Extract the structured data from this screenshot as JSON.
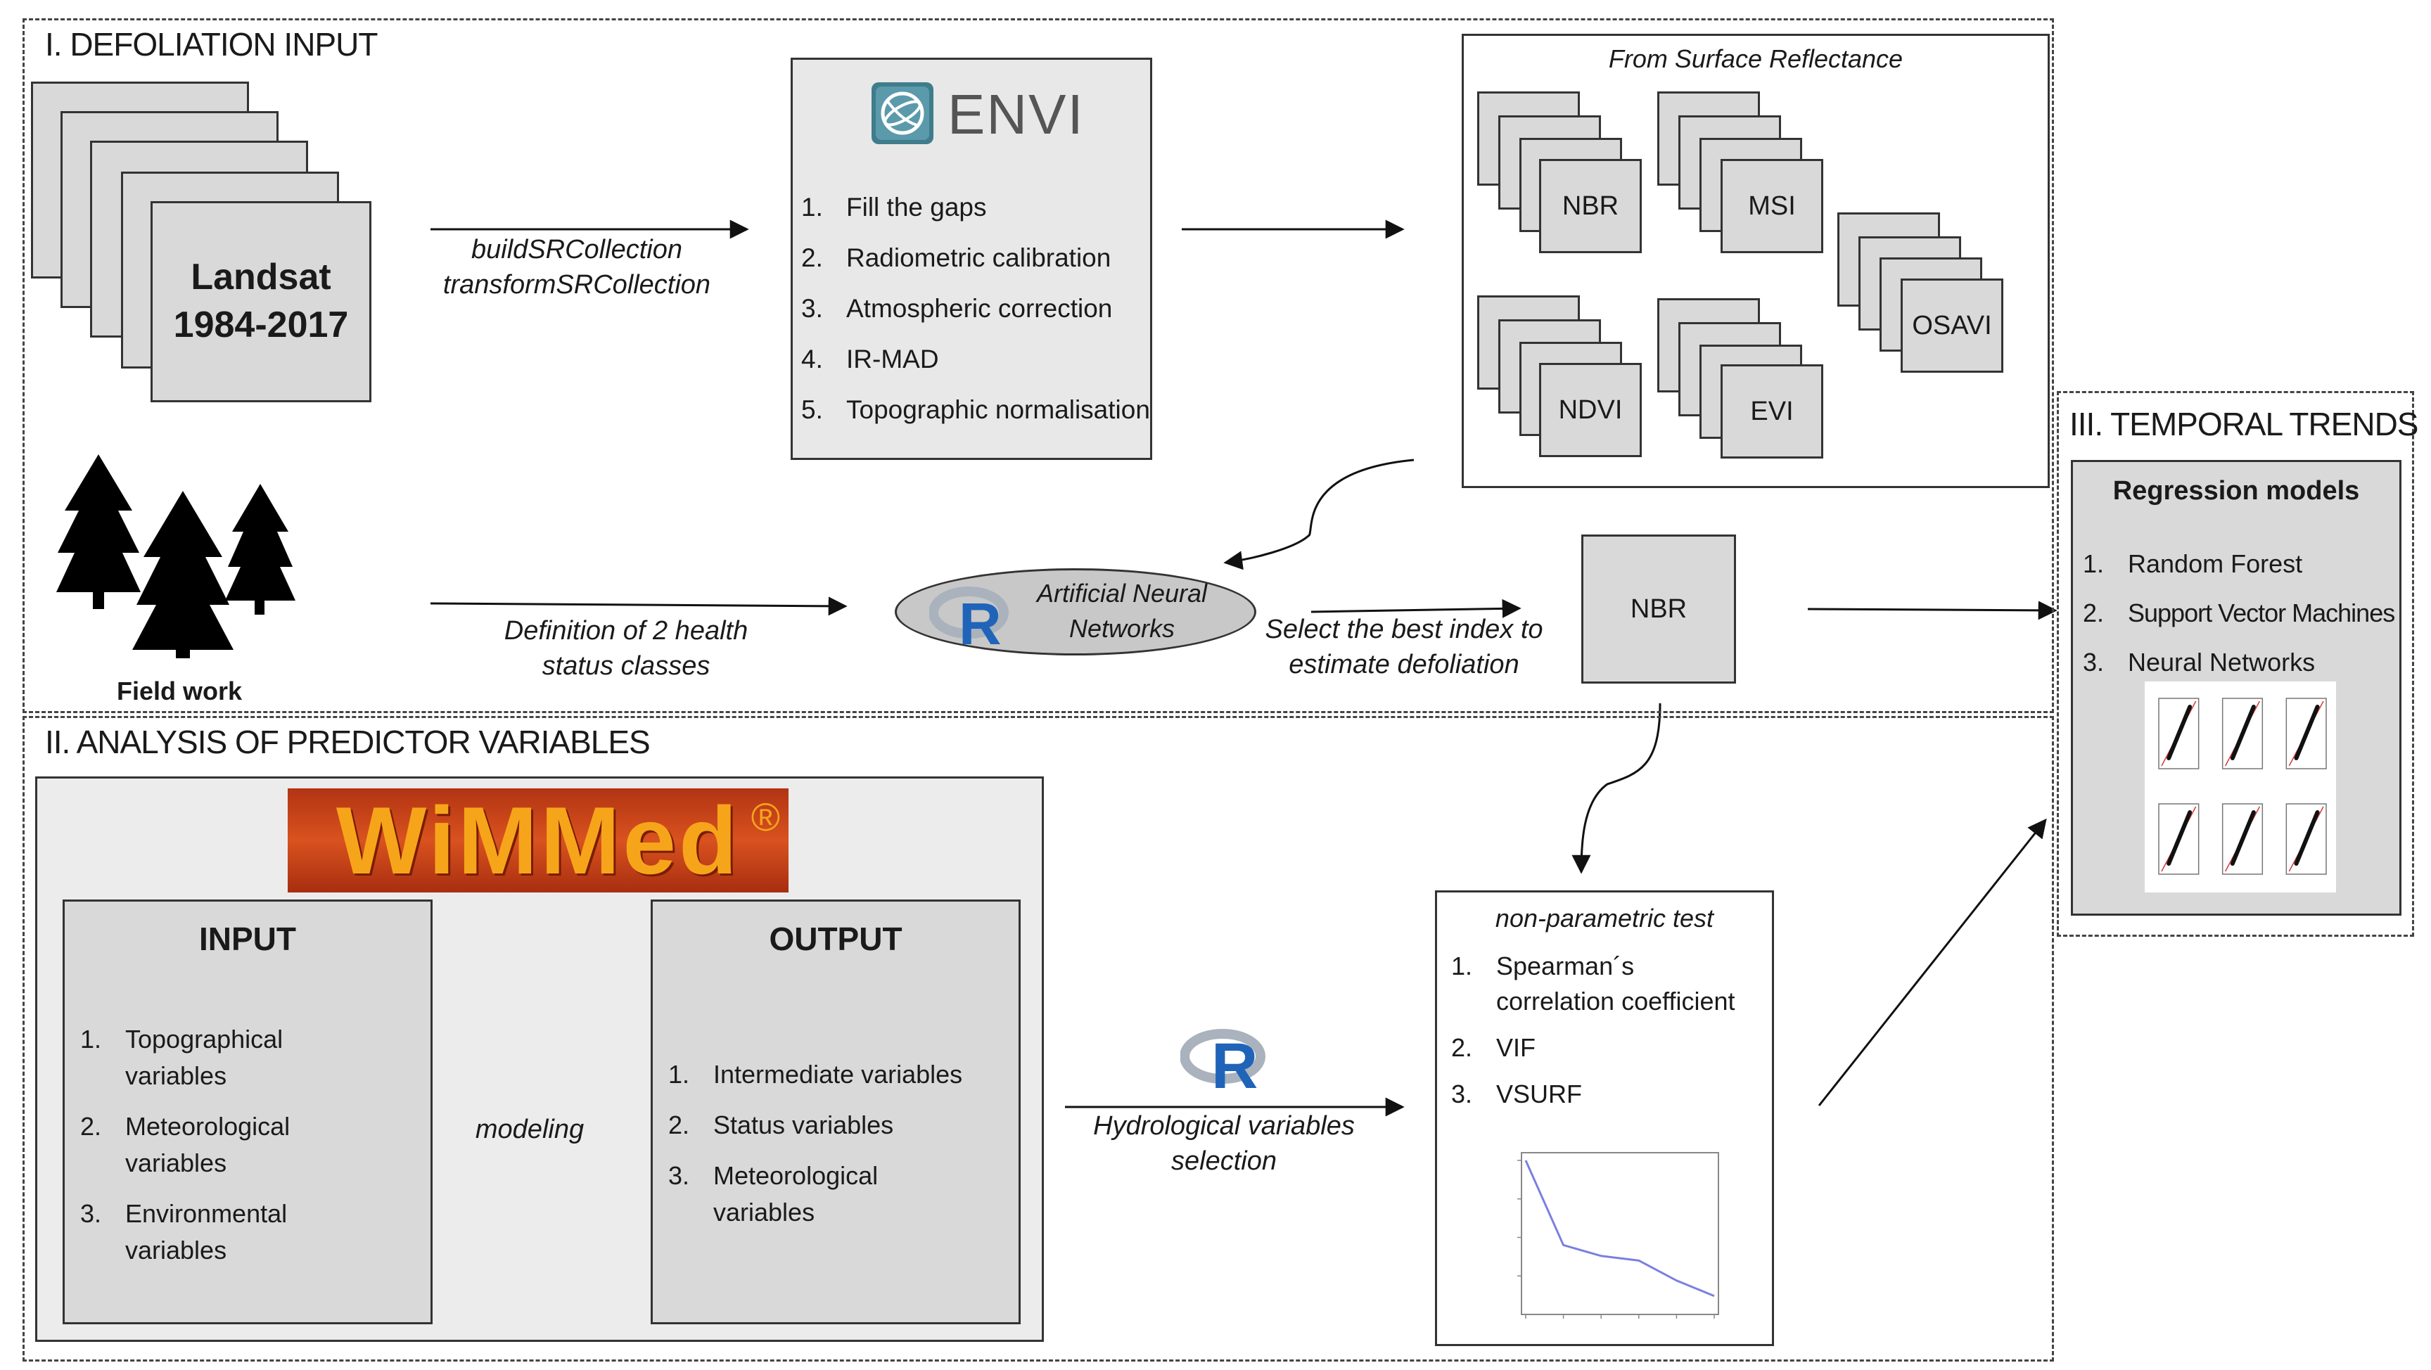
{
  "sections": {
    "defoliation": "I. DEFOLIATION INPUT",
    "predictors": "II. ANALYSIS OF PREDICTOR VARIABLES",
    "trends": "III. TEMPORAL TRENDS"
  },
  "landsat": {
    "line1": "Landsat",
    "line2": "1984-2017"
  },
  "gee_functions": {
    "line1": "buildSRCollection",
    "line2": "transformSRCollection"
  },
  "envi": {
    "logo_text": "ENVI",
    "steps": [
      "Fill the gaps",
      "Radiometric calibration",
      "Atmospheric correction",
      "IR-MAD",
      "Topographic normalisation"
    ]
  },
  "indices": {
    "title": "From Surface Reflectance",
    "names": [
      "NBR",
      "MSI",
      "OSAVI",
      "NDVI",
      "EVI"
    ]
  },
  "fieldwork": {
    "label": "Field work"
  },
  "health_classes": {
    "line1": "Definition of 2 health",
    "line2": "status classes"
  },
  "ann": {
    "line1": "Artificial Neural",
    "line2": "Networks",
    "logo": "R"
  },
  "best_index": {
    "line1": "Select the best index to",
    "line2": "estimate defoliation"
  },
  "nbr_selected": "NBR",
  "regression": {
    "title": "Regression models",
    "models": [
      "Random Forest",
      "Support Vector Machines",
      "Neural Networks"
    ]
  },
  "wimmed": {
    "logo_text": "WiMMed",
    "registered": "®",
    "input": {
      "title": "INPUT",
      "items": [
        [
          "Topographical",
          "variables"
        ],
        [
          "Meteorological",
          "variables"
        ],
        [
          "Environmental",
          "variables"
        ]
      ]
    },
    "modeling": "modeling",
    "output": {
      "title": "OUTPUT",
      "items": [
        [
          "Intermediate variables"
        ],
        [
          "Status variables"
        ],
        [
          "Meteorological",
          "variables"
        ]
      ]
    }
  },
  "hydro": {
    "line1": "Hydrological variables",
    "line2": "selection",
    "logo": "R"
  },
  "nonparam": {
    "title": "non-parametric test",
    "items": [
      [
        "Spearman´s",
        "correlation coefficient"
      ],
      [
        "VIF"
      ],
      [
        "VSURF"
      ]
    ]
  },
  "colors": {
    "box_fill": "#d9d9d9",
    "r_blue": "#1f64b8",
    "wimmed_bg": "#c9471c",
    "wimmed_text": "#f5a21a",
    "envi_teal": "#3f7d8c"
  },
  "chart_data": [
    {
      "type": "line",
      "title": "",
      "xlabel": "",
      "ylabel": "",
      "x": [
        1,
        2,
        3,
        4,
        5,
        6
      ],
      "series": [
        {
          "values": [
            1.0,
            0.45,
            0.38,
            0.35,
            0.22,
            0.12
          ]
        }
      ],
      "ylim": [
        0,
        1.05
      ],
      "grid": false
    },
    {
      "type": "scatter",
      "title": "",
      "panels": 6,
      "description_note": ""
    }
  ]
}
